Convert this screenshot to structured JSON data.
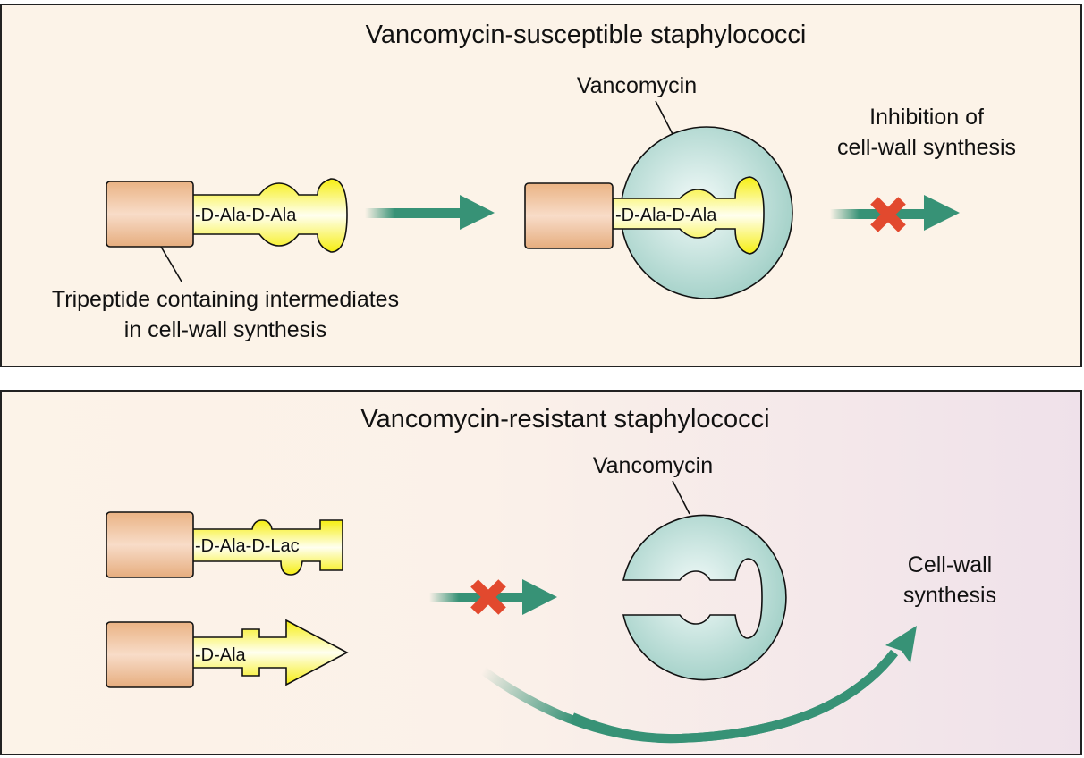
{
  "panels": [
    {
      "title": "Vancomycin-susceptible staphylococci",
      "precursor_label": "-D-Ala-D-Ala",
      "precursor_caption": [
        "Tripeptide containing intermediates",
        "in cell-wall synthesis"
      ],
      "bound_label": "-D-Ala-D-Ala",
      "drug_label": "Vancomycin",
      "outcome": [
        "Inhibition of",
        "cell-wall synthesis"
      ],
      "outcome_blocked": true
    },
    {
      "title": "Vancomycin-resistant staphylococci",
      "precursor_labels": [
        "-D-Ala-D-Lac",
        "-D-Ala"
      ],
      "drug_label": "Vancomycin",
      "binding_blocked": true,
      "outcome": [
        "Cell-wall",
        "synthesis"
      ]
    }
  ],
  "colors": {
    "panel_bg": "#fcf3e8",
    "panel_bg_right": "#efe1ea",
    "arrow": "#379276",
    "block_x": "#e2492e",
    "vancomycin": "#a7d3cb",
    "peptide": "#f6ee10",
    "anchor": "#eab384"
  }
}
